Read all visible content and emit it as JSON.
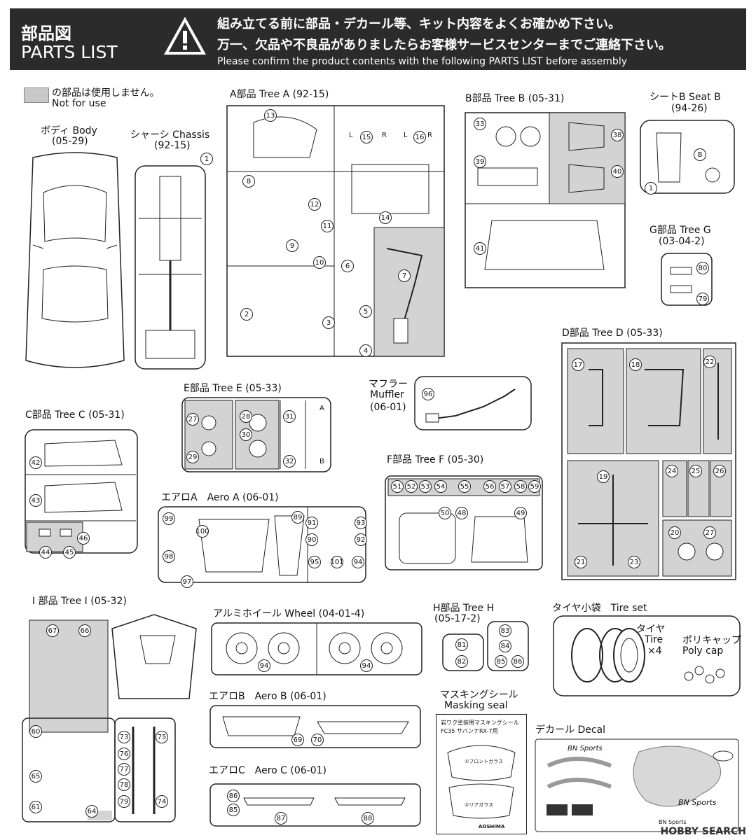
{
  "header": {
    "title_jp": "部品図",
    "title_en": "PARTS LIST",
    "notice_jp_1": "組み立てる前に部品・デカール等、キット内容をよくお確かめ下さい。",
    "notice_jp_2": "万一、欠品や不良品がありましたらお客様サービスセンターまでご連絡下さい。",
    "notice_en": "Please confirm the product contents with the following PARTS LIST before assembly"
  },
  "legend": {
    "jp": "の部品は使用しません。",
    "en": "Not for use"
  },
  "parts": {
    "body": {
      "label": "ボディ Body",
      "code": "(05-29)"
    },
    "chassis": {
      "label": "シャーシ Chassis",
      "code": "(92-15)",
      "num": "1"
    },
    "tree_a": {
      "label": "A部品 Tree A (92-15)",
      "nums": [
        "13",
        "15",
        "16",
        "8",
        "12",
        "11",
        "9",
        "10",
        "14",
        "6",
        "7",
        "2",
        "3",
        "5",
        "4"
      ],
      "marks": [
        "L",
        "R",
        "L",
        "R"
      ]
    },
    "tree_b": {
      "label": "B部品 Tree B (05-31)",
      "nums": [
        "33",
        "38",
        "39",
        "40",
        "41"
      ]
    },
    "seat_b": {
      "label": "シートB Seat B",
      "code": "(94-26)",
      "nums": [
        "1",
        "B"
      ]
    },
    "tree_g": {
      "label": "G部品 Tree G",
      "code": "(03-04-2)",
      "nums": [
        "80",
        "79"
      ]
    },
    "tree_d": {
      "label": "D部品 Tree D (05-33)",
      "nums": [
        "17",
        "18",
        "22",
        "19",
        "24",
        "25",
        "26",
        "21",
        "23",
        "20",
        "27"
      ]
    },
    "tree_c": {
      "label": "C部品 Tree C (05-31)",
      "nums": [
        "42",
        "43",
        "44",
        "45",
        "46"
      ]
    },
    "tree_e": {
      "label": "E部品 Tree E (05-33)",
      "nums": [
        "27",
        "28",
        "29",
        "30",
        "31",
        "32",
        "A",
        "B"
      ]
    },
    "muffler": {
      "label_jp": "マフラー",
      "label_en": "Muffler",
      "code": "(06-01)",
      "num": "96"
    },
    "tree_f": {
      "label": "F部品 Tree F (05-30)",
      "nums": [
        "51",
        "52",
        "53",
        "54",
        "55",
        "56",
        "57",
        "58",
        "59",
        "50",
        "48",
        "49"
      ]
    },
    "aero_a": {
      "label": "エアロA　Aero A (06-01)",
      "nums": [
        "99",
        "98",
        "97",
        "100",
        "89",
        "91",
        "93",
        "90",
        "92",
        "95",
        "101",
        "94"
      ]
    },
    "tree_i": {
      "label": "I 部品 Tree I (05-32)",
      "nums": [
        "67",
        "66",
        "60",
        "64",
        "65",
        "61",
        "73",
        "76",
        "77",
        "78",
        "79",
        "75",
        "74"
      ]
    },
    "wheel": {
      "label": "アルミホイール Wheel (04-01-4)",
      "nums": [
        "94",
        "94"
      ]
    },
    "tree_h": {
      "label": "H部品 Tree H",
      "code": "(05-17-2)",
      "nums": [
        "81",
        "82",
        "83",
        "84",
        "85",
        "86"
      ]
    },
    "tire": {
      "label": "タイヤ小袋　Tire set",
      "tire_jp": "タイヤ",
      "tire_en": "Tire",
      "tire_qty": "×4",
      "cap_jp": "ポリキャップ",
      "cap_en": "Poly cap"
    },
    "aero_b": {
      "label": "エアロB　Aero B (06-01)",
      "nums": [
        "69",
        "70"
      ]
    },
    "masking": {
      "label_jp": "マスキングシール",
      "label_en": "Masking seal",
      "sheet_title": "岩ワク塗装用マスキングシール",
      "sheet_sub": "FC35 サバンナRX-7用",
      "front": "①フロントガラス",
      "rear": "②リアガラス",
      "brand": "AOSHIMA"
    },
    "aero_c": {
      "label": "エアロC　Aero C (06-01)",
      "nums": [
        "86",
        "85",
        "87",
        "88"
      ]
    },
    "decal": {
      "label": "デカール Decal",
      "text1": "BN Sports",
      "text2": "BN Sports",
      "text3": "BN Sports"
    }
  },
  "watermark": "HOBBY SEARCH",
  "colors": {
    "header_bg": "#2b2b2b",
    "unused_gray": "#d3d3d3"
  }
}
